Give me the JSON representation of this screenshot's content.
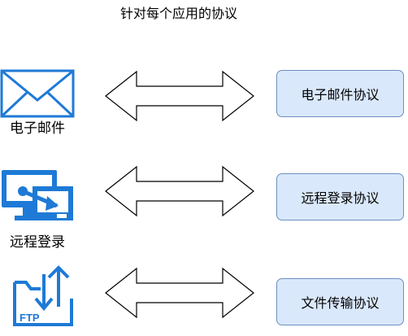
{
  "title": "针对每个应用的协议",
  "colors": {
    "icon_blue": "#1e7ad6",
    "box_fill": "#dae8fc",
    "box_border": "#6c8ebf",
    "arrow_stroke": "#000000"
  },
  "rows": [
    {
      "app_label": "电子邮件",
      "app_icon": "email-envelope-icon",
      "protocol_label": "电子邮件协议"
    },
    {
      "app_label": "远程登录",
      "app_icon": "remote-desktop-icon",
      "protocol_label": "远程登录协议"
    },
    {
      "app_label": "",
      "app_icon": "ftp-folder-icon",
      "icon_text": "FTP",
      "protocol_label": "文件传输协议"
    }
  ]
}
